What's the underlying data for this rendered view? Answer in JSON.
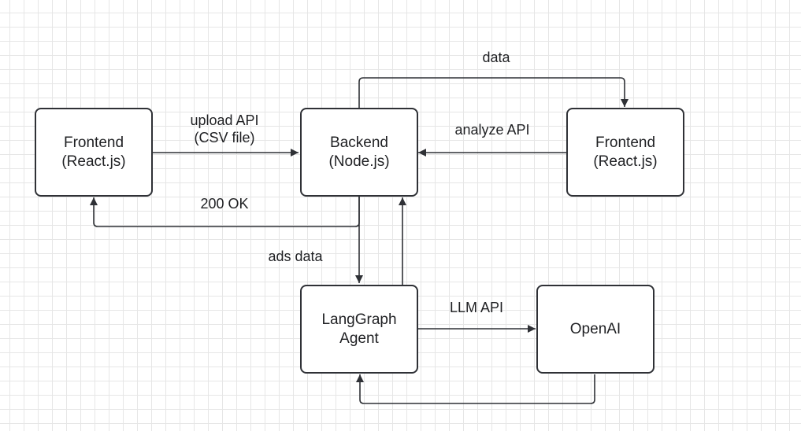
{
  "nodes": {
    "frontend_left": "Frontend\n(React.js)",
    "backend": "Backend\n(Node.js)",
    "frontend_right": "Frontend\n(React.js)",
    "langgraph": "LangGraph\nAgent",
    "openai": "OpenAI"
  },
  "edges": {
    "upload": "upload API\n(CSV file)",
    "ok": "200 OK",
    "data": "data",
    "analyze": "analyze API",
    "ads": "ads data",
    "llm": "LLM API"
  },
  "colors": {
    "stroke": "#2f3136"
  }
}
